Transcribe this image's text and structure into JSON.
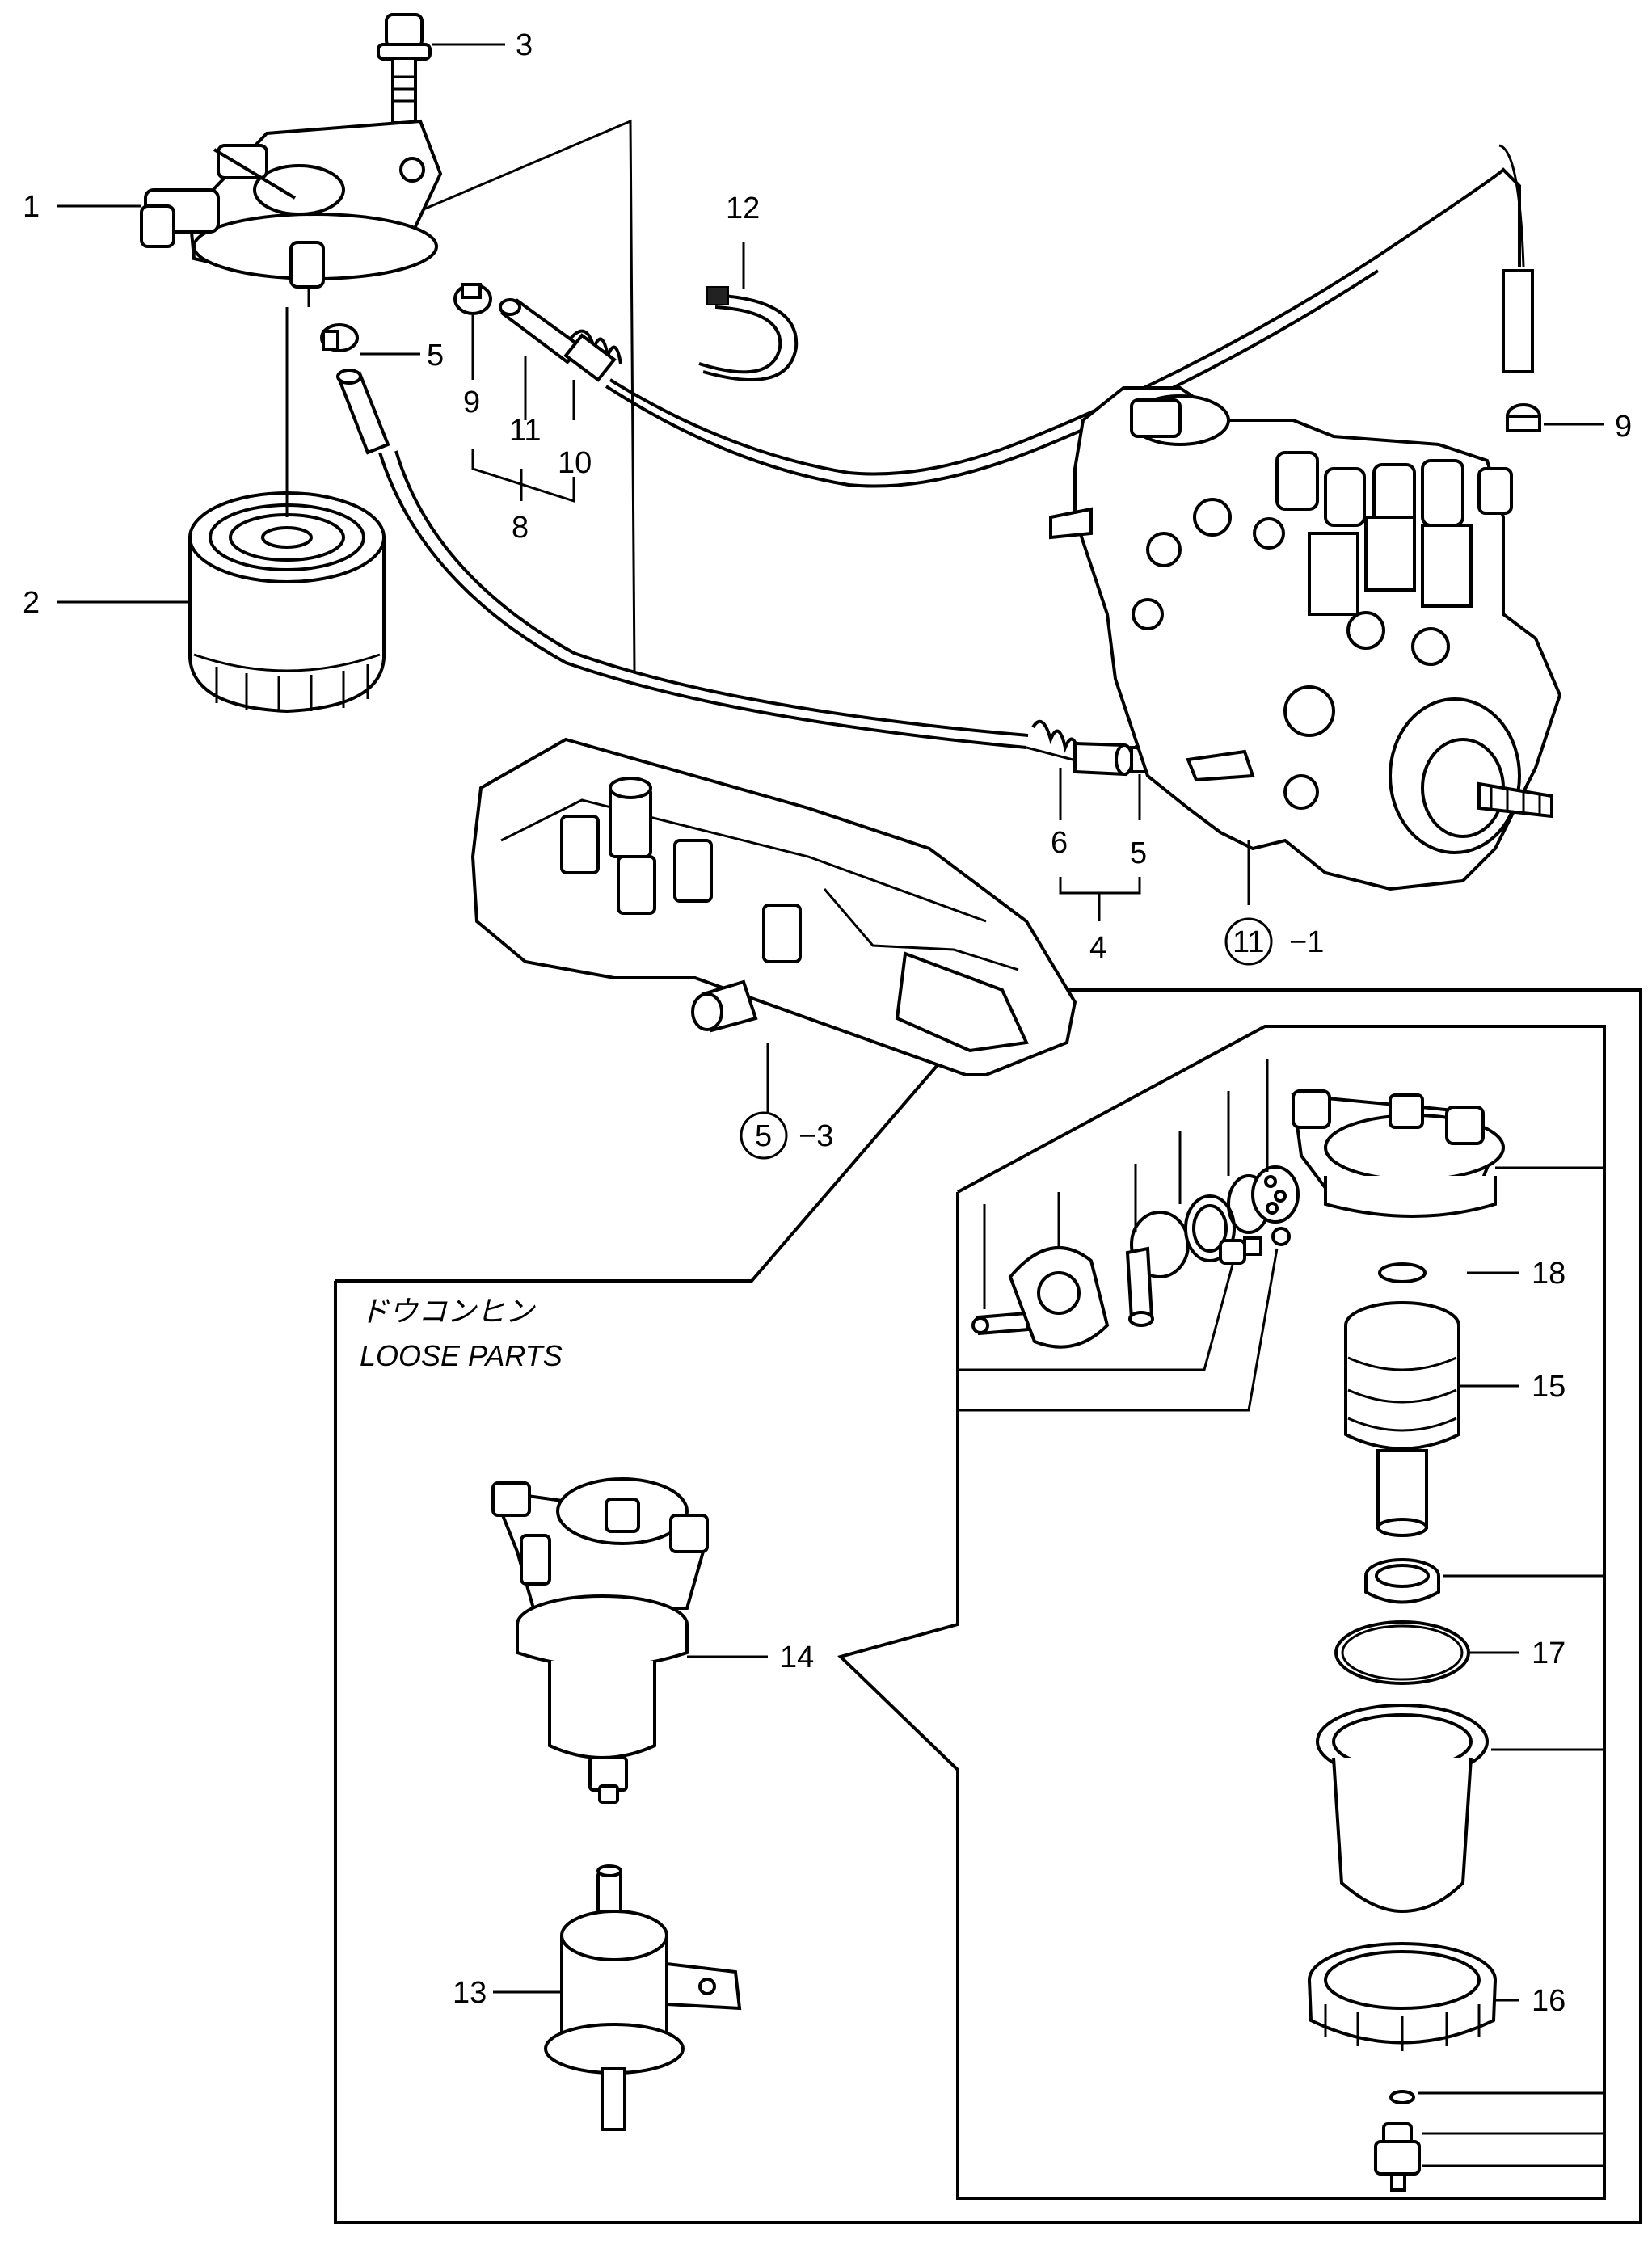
{
  "callouts": {
    "c1": "1",
    "c2": "2",
    "c3": "3",
    "c4": "4",
    "c5a": "5",
    "c5b": "5",
    "c6": "6",
    "c8": "8",
    "c9a": "9",
    "c9b": "9",
    "c10": "10",
    "c11": "11",
    "c12": "12",
    "c13": "13",
    "c14": "14",
    "c15": "15",
    "c16": "16",
    "c17": "17",
    "c18": "18",
    "ref_11": "11",
    "ref_11_suffix": "−1",
    "ref_5": "5",
    "ref_5_suffix": "−3"
  },
  "loose_parts": {
    "label_jp": "ドウコンヒン",
    "label_en": "LOOSE PARTS"
  }
}
